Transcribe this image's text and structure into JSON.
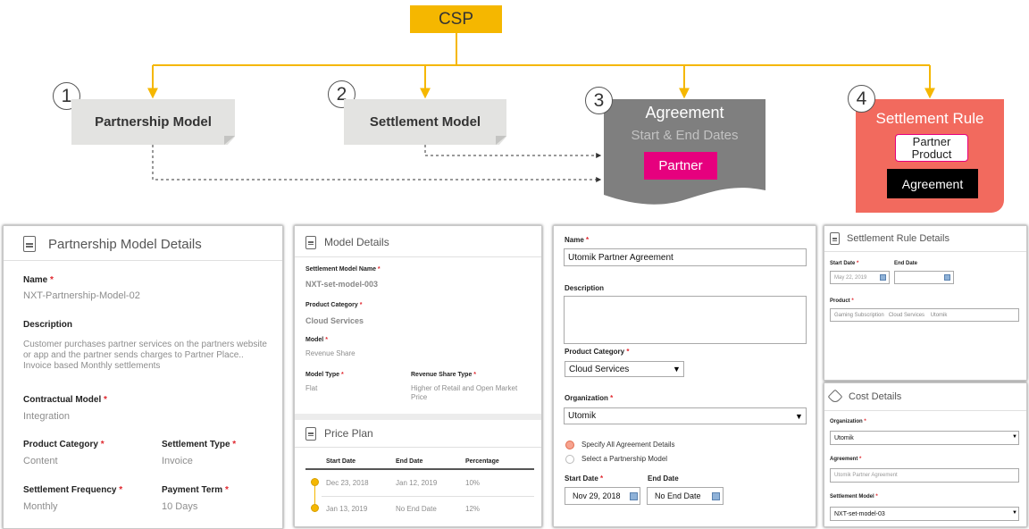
{
  "diagram": {
    "root": "CSP",
    "nodes": [
      {
        "num": "1",
        "label": "Partnership Model"
      },
      {
        "num": "2",
        "label": "Settlement Model"
      },
      {
        "num": "3",
        "label": "Agreement",
        "sub": "Start & End Dates",
        "inner": "Partner"
      },
      {
        "num": "4",
        "label": "Settlement Rule",
        "inner": [
          "Partner Product",
          "Agreement"
        ]
      }
    ],
    "colors": {
      "root": "#f5b700",
      "connector": "#f5b700",
      "note": "#e3e3e1",
      "agreement": "#7f7f7f",
      "partner": "#e6007e",
      "rule": "#f26a5e"
    }
  },
  "p1": {
    "title": "Partnership Model Details",
    "name_label": "Name",
    "name_value": "NXT-Partnership-Model-02",
    "desc_label": "Description",
    "desc_value": "Customer purchases partner services on the partners website or app and the partner sends charges to Partner Place.. Invoice based Monthly settlements",
    "contract_label": "Contractual Model",
    "contract_value": "Integration",
    "category_label": "Product Category",
    "category_value": "Content",
    "stype_label": "Settlement Type",
    "stype_value": "Invoice",
    "freq_label": "Settlement Frequency",
    "freq_value": "Monthly",
    "term_label": "Payment Term",
    "term_value": "10 Days"
  },
  "p2": {
    "title": "Model Details",
    "name_label": "Settlement Model Name",
    "name_value": "NXT-set-model-003",
    "category_label": "Product Category",
    "category_value": "Cloud Services",
    "model_label": "Model",
    "model_value": "Revenue Share",
    "mtype_label": "Model Type",
    "mtype_value": "Flat",
    "rst_label": "Revenue Share Type",
    "rst_value": "Higher of Retail and Open Market Price",
    "price_title": "Price Plan",
    "price_columns": [
      "Start Date",
      "End Date",
      "Percentage"
    ],
    "price_rows": [
      [
        "Dec 23, 2018",
        "Jan 12, 2019",
        "10%"
      ],
      [
        "Jan 13, 2019",
        "No End Date",
        "12%"
      ]
    ]
  },
  "p3": {
    "name_label": "Name",
    "name_value": "Utomik Partner Agreement",
    "desc_label": "Description",
    "category_label": "Product Category",
    "category_value": "Cloud Services",
    "org_label": "Organization",
    "org_value": "Utomik",
    "radio1": "Specify All Agreement Details",
    "radio2": "Select a Partnership Model",
    "start_label": "Start Date",
    "start_value": "Nov 29, 2018",
    "end_label": "End Date",
    "end_value": "No End Date"
  },
  "p4": {
    "title": "Settlement Rule Details",
    "start_label": "Start Date",
    "start_value": "May 22, 2019",
    "end_label": "End Date",
    "product_label": "Product",
    "product_value": "Gaming Subscription   Cloud Services    Utomik"
  },
  "p5": {
    "title": "Cost Details",
    "org_label": "Organization",
    "org_value": "Utomik",
    "agreement_label": "Agreement",
    "agreement_value": "Utomik Partner Agreement",
    "smodel_label": "Settlement Model",
    "smodel_value": "NXT-set-model-03"
  }
}
